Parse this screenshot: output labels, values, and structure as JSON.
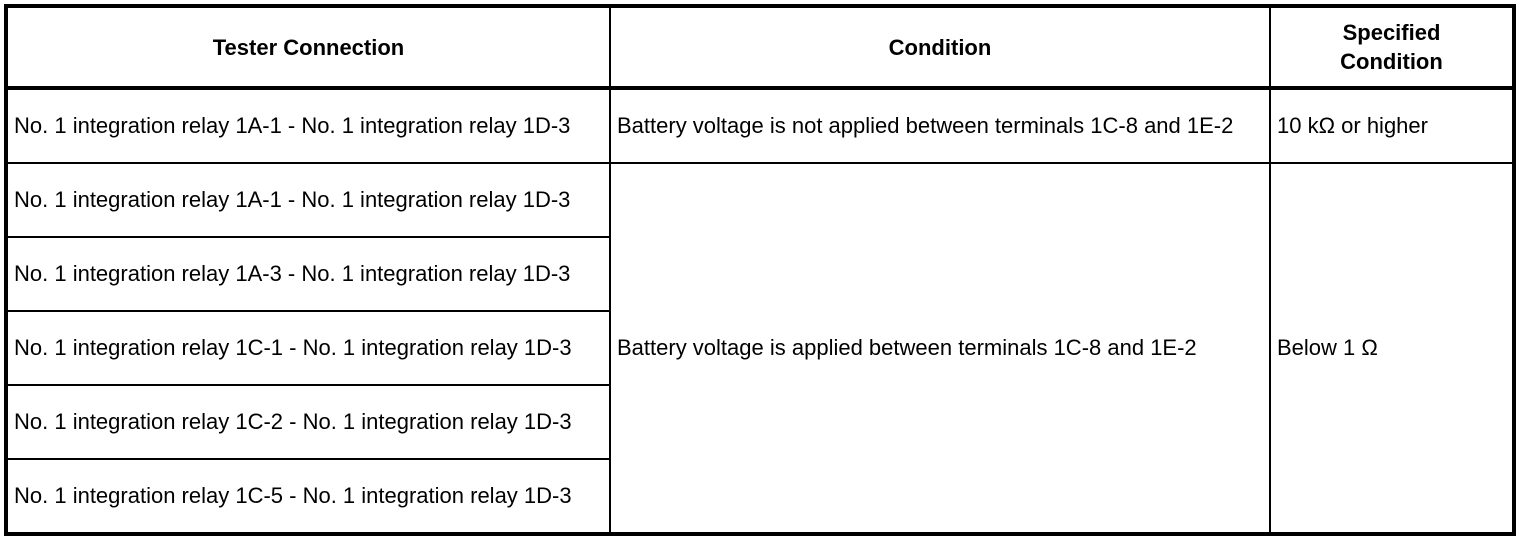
{
  "table": {
    "headers": [
      {
        "label": "Tester Connection",
        "align": "center"
      },
      {
        "label": "Condition",
        "align": "center"
      },
      {
        "label": "Specified\nCondition",
        "align": "center"
      }
    ],
    "rows": [
      {
        "tester_connection": "No. 1 integration relay 1A-1 - No. 1 integration relay 1D-3",
        "condition": "Battery voltage is not applied between terminals 1C-8 and 1E-2",
        "specified_condition": "10 kΩ or higher"
      },
      {
        "tester_connection": "No. 1 integration relay 1A-1 - No. 1 integration relay 1D-3",
        "condition": "Battery voltage is applied between terminals 1C-8 and 1E-2",
        "specified_condition": "Below 1 Ω"
      },
      {
        "tester_connection": "No. 1 integration relay 1A-3 - No. 1 integration relay 1D-3"
      },
      {
        "tester_connection": "No. 1 integration relay 1C-1 - No. 1 integration relay 1D-3"
      },
      {
        "tester_connection": "No. 1 integration relay 1C-2 - No. 1 integration relay 1D-3"
      },
      {
        "tester_connection": "No. 1 integration relay 1C-5 - No. 1 integration relay 1D-3"
      }
    ],
    "merges": {
      "condition_span_start_row": 2,
      "condition_span_rows": 5,
      "specified_span_start_row": 2,
      "specified_span_rows": 5
    },
    "colors": {
      "border": "#000000",
      "text": "#000000",
      "background": "#ffffff"
    }
  }
}
